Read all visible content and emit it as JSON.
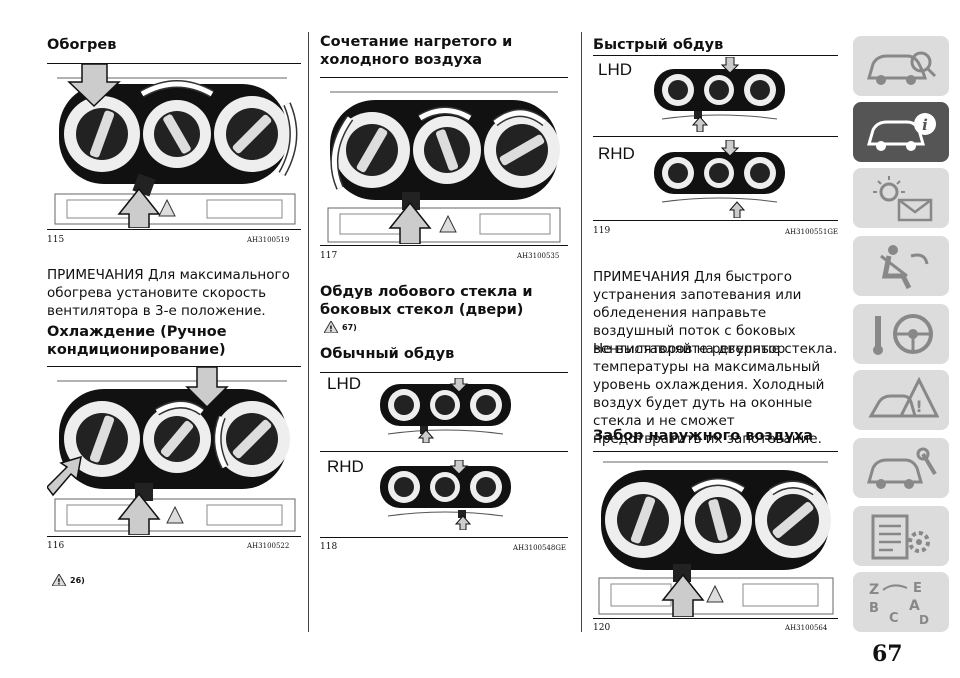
{
  "col1": {
    "heading_heating": "Обогрев",
    "fig115": {
      "num": "115",
      "ref": "AH3100519"
    },
    "note_heating": "ПРИМЕЧАНИЯ  Для максимального обогрева установите скорость вентилятора в 3-е положение.",
    "heading_cooling": "Охлаждение (Ручное кондиционирование)",
    "fig116": {
      "num": "116",
      "ref": "AH3100522"
    },
    "warning_ref": "26)"
  },
  "col2": {
    "heading_mix": "Сочетание нагретого и холодного воздуха",
    "fig117": {
      "num": "117",
      "ref": "AH3100535"
    },
    "heading_windshield": "Обдув лобового стекла и боковых стекол (двери)",
    "warning_ref": "67)",
    "heading_normal": "Обычный обдув",
    "fig118": {
      "num": "118",
      "ref": "AH3100548GE",
      "lhd": "LHD",
      "rhd": "RHD"
    }
  },
  "col3": {
    "heading_fast": "Быстрый обдув",
    "fig119": {
      "num": "119",
      "ref": "AH3100551GE",
      "lhd": "LHD",
      "rhd": "RHD"
    },
    "note_fast": "ПРИМЕЧАНИЯ  Для быстрого устранения запотевания или обледенения направьте воздушный поток с боковых вентиляторов на дверные стекла.",
    "para_fast": "Не выставляйте регулятор температуры на максимальный уровень охлаждения. Холодный воздух будет дуть на оконные стекла и не сможет предотвратить их запотевание.",
    "heading_outside": "Забор наружного воздуха",
    "fig120": {
      "num": "120",
      "ref": "AH3100564"
    }
  },
  "page_number": "67",
  "sidebar": {
    "tabs": [
      "car-search-icon",
      "car-info-icon",
      "warning-light-icon",
      "seat-safety-icon",
      "steering-icon",
      "road-emergency-icon",
      "service-car-icon",
      "specs-list-icon",
      "alphabet-index-icon"
    ],
    "active_index": 1
  }
}
